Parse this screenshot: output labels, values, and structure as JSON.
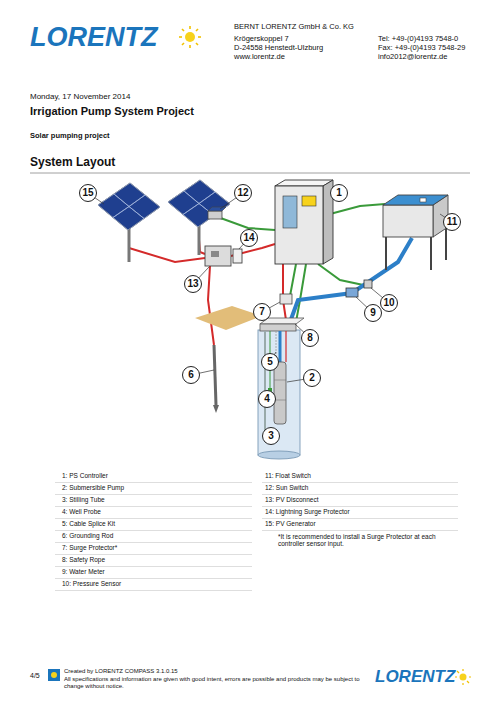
{
  "diagram": {
    "title": "Irrigation Pump System Project",
    "nodes": [
      {
        "text": [
          "1"
        ]
      },
      {
        "text": [
          "2"
        ]
      },
      {
        "text": [
          "3"
        ]
      },
      {
        "text": [
          "4"
        ]
      },
      {
        "text": [
          "5"
        ]
      },
      {
        "text": [
          "6"
        ]
      },
      {
        "text": [
          "7"
        ]
      },
      {
        "text": [
          "8"
        ]
      },
      {
        "text": [
          "9"
        ]
      },
      {
        "text": [
          "10"
        ]
      },
      {
        "text": [
          "11"
        ]
      },
      {
        "text": [
          "12"
        ]
      },
      {
        "text": [
          "13"
        ]
      },
      {
        "text": [
          "14"
        ]
      },
      {
        "text": [
          "15"
        ]
      }
    ],
    "labels": [
      "LORENTZ",
      "BERNT LORENTZ GmbH & Co. KG",
      "Krögerskoppel 7",
      "D-24558 Henstedt-Ulzburg",
      "www.lorentz.de",
      "Tel: +49-(0)4193 7548-0",
      "Fax: +49-(0)4193 7548-29",
      "info2012@lorentz.de",
      "Monday, 17 November 2014",
      "Solar pumping project",
      "System Layout",
      "1: PS Controller",
      "2: Submersible Pump",
      "3: Stilling Tube",
      "4: Well Probe",
      "5: Cable Splice Kit",
      "6: Grounding Rod",
      "7: Surge Protector*",
      "8: Safety Rope",
      "9: Water Meter",
      "10: Pressure Sensor",
      "11: Float Switch",
      "12: Sun Switch",
      "13: PV Disconnect",
      "14: Lightning Surge Protector",
      "15: PV Generator",
      "*It is recommended to install a Surge Protector at each controller sensor input.",
      "4/5",
      "Created by LORENTZ COMPASS 3.1.0.15",
      "All specifications and information are given with good intent, errors are possible and products may be subject to change without notice.",
      "LORENTZ"
    ]
  }
}
